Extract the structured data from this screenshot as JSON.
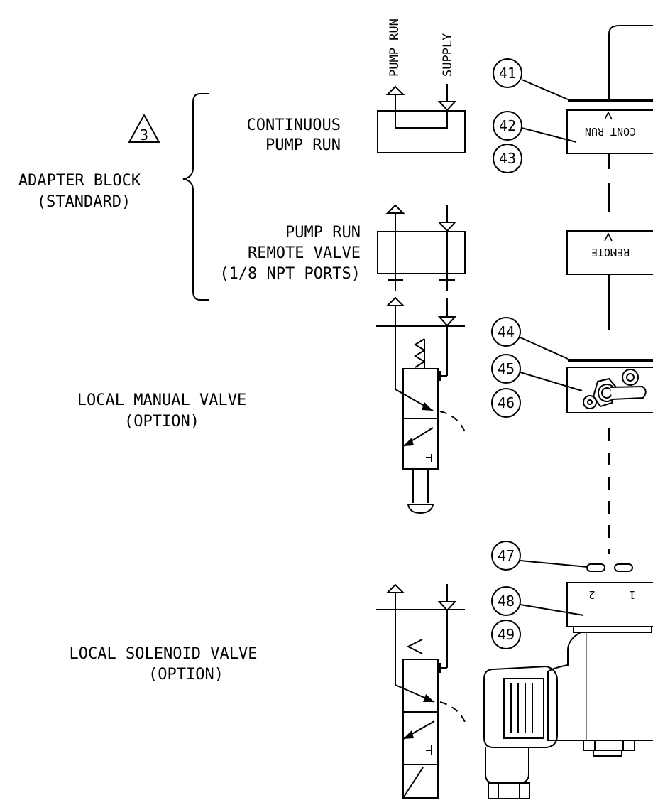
{
  "labels": {
    "adapter_block": [
      "ADAPTER BLOCK",
      "(STANDARD)"
    ],
    "continuous_pump_run": [
      "CONTINUOUS",
      "PUMP RUN"
    ],
    "pump_run_remote_valve": [
      "PUMP RUN",
      "REMOTE VALVE",
      "(1/8 NPT PORTS)"
    ],
    "local_manual_valve": [
      "LOCAL MANUAL VALVE",
      "(OPTION)"
    ],
    "local_solenoid_valve": [
      "LOCAL SOLENOID VALVE",
      "(OPTION)"
    ],
    "pump_run_port": "PUMP RUN",
    "supply_port": "SUPPLY",
    "revision_triangle": "3"
  },
  "block_labels": {
    "cont_run": "CONT RUN",
    "remote": "REMOTE",
    "port_1": "1",
    "port_2": "2"
  },
  "callouts": [
    "41",
    "42",
    "43",
    "44",
    "45",
    "46",
    "47",
    "48",
    "49"
  ]
}
